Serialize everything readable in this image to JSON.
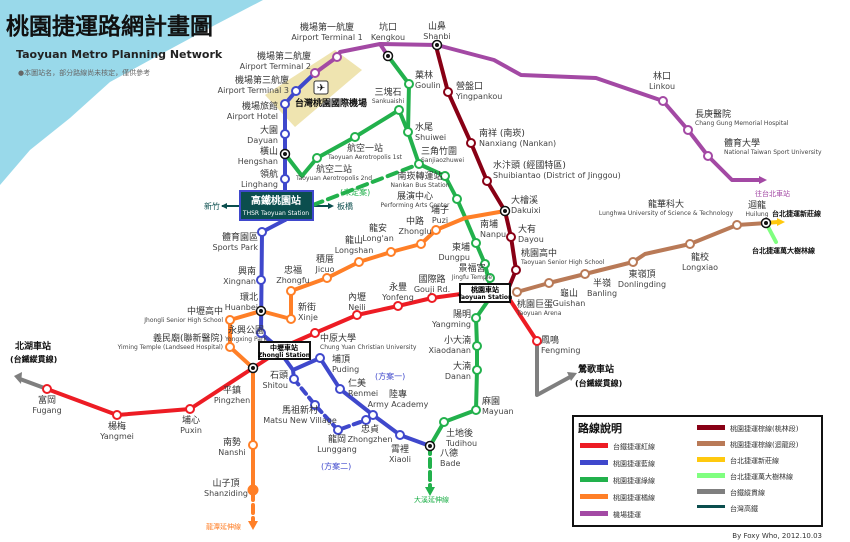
{
  "header": {
    "title": "桃園捷運路網計畫圖",
    "subtitle": "Taoyuan Metro Planning Network",
    "note": "●本圖站名，部分路線尚未核定，僅供參考"
  },
  "airport": {
    "name": "台灣桃園國際機場",
    "icon": "airplane-icon"
  },
  "boxes": {
    "thsr": {
      "zh": "高鐵桃園站",
      "en": "THSR Taoyuan Station"
    },
    "zhongli": {
      "zh": "中壢車站",
      "en": "Zhongli Station"
    },
    "taoyuan": {
      "zh": "桃園車站",
      "en": "Taoyuan Station"
    }
  },
  "annotations": {
    "hsinchu": "新竹",
    "banqiao": "板橋",
    "undecided": "(未定案)",
    "to_taipei": "往台北車站",
    "beihu": "北湖車站",
    "beihu_sub": "(台鐵縱貫線)",
    "yingge": "鶯歌車站",
    "yingge_sub": "(台鐵縱貫線)",
    "xinzhuang": "台北捷運新莊線",
    "wanda": "台北捷運萬大樹林線",
    "longtan_ext": "龍潭延伸線",
    "daxi_ext": "大溪延伸線",
    "plan1": "(方案一)",
    "plan2": "(方案二)",
    "credit": "By Foxy Who, 2012.10.03"
  },
  "stations": {
    "t1": {
      "zh": "機場第一航廈",
      "en": "Airport Terminal 1"
    },
    "t2": {
      "zh": "機場第二航廈",
      "en": "Airport Terminal 2"
    },
    "t3": {
      "zh": "機場第三航廈",
      "en": "Airport Terminal 3"
    },
    "hotel": {
      "zh": "機場旅館",
      "en": "Airport Hotel"
    },
    "dayuan": {
      "zh": "大園",
      "en": "Dayuan"
    },
    "hengshan": {
      "zh": "橫山",
      "en": "Hengshan"
    },
    "linghang": {
      "zh": "領航",
      "en": "Linghang"
    },
    "kengkou": {
      "zh": "坑口",
      "en": "Kengkou"
    },
    "shanbi": {
      "zh": "山鼻",
      "en": "Shanbi"
    },
    "goulin": {
      "zh": "菓林",
      "en": "Goulin"
    },
    "sankuaishi": {
      "zh": "三塊石",
      "en": "Sankuaishi"
    },
    "shuiwei": {
      "zh": "水尾",
      "en": "Shuiwei"
    },
    "sanjiao": {
      "zh": "三角竹圍",
      "en": "Sanjiaozhuwei"
    },
    "aero1": {
      "zh": "航空一站",
      "en": "Taoyuan Aerotropolis 1st"
    },
    "aero2": {
      "zh": "航空二站",
      "en": "Taoyuan Aerotropolis 2nd"
    },
    "nankan": {
      "zh": "南崁轉運站",
      "en": "Nankan Bus Station"
    },
    "arts": {
      "zh": "展演中心",
      "en": "Performing Arts Center"
    },
    "puzi": {
      "zh": "埔子",
      "en": "Puzi"
    },
    "nanpu": {
      "zh": "南埔",
      "en": "Nanpu"
    },
    "dungpu": {
      "zh": "東埔",
      "en": "Dungpu"
    },
    "jingfu": {
      "zh": "景福宮",
      "en": "Jingfu Temple"
    },
    "yangming": {
      "zh": "陽明",
      "en": "Yangming"
    },
    "xiaodanan": {
      "zh": "小大湳",
      "en": "Xiaodanan"
    },
    "danan": {
      "zh": "大湳",
      "en": "Danan"
    },
    "mayuan": {
      "zh": "麻園",
      "en": "Mayuan"
    },
    "tudihou": {
      "zh": "土地後",
      "en": "Tudihou"
    },
    "bade": {
      "zh": "八德",
      "en": "Bade"
    },
    "yingpankou": {
      "zh": "營盤口",
      "en": "Yingpankou"
    },
    "nanxiang": {
      "zh": "南祥 (南崁)",
      "en": "Nanxiang (Nankan)"
    },
    "shuibiantao": {
      "zh": "水汴頭 (經國特區)",
      "en": "Shuibiantao (District of Jinggou)"
    },
    "dakuixi": {
      "zh": "大檜溪",
      "en": "Dakuixi"
    },
    "dayou": {
      "zh": "大有",
      "en": "Dayou"
    },
    "tysh": {
      "zh": "桃園高中",
      "en": "Taoyuan Senior High School"
    },
    "linkou": {
      "zh": "林口",
      "en": "Linkou"
    },
    "changgung": {
      "zh": "長庚醫院",
      "en": "Chang Gung Memorial Hospital"
    },
    "ntsu": {
      "zh": "體育大學",
      "en": "National Taiwan Sport University"
    },
    "arena": {
      "zh": "桃園巨蛋",
      "en": "Taoyuan Arena"
    },
    "guishan": {
      "zh": "龜山",
      "en": "Guishan"
    },
    "banling": {
      "zh": "半嶺",
      "en": "Banling"
    },
    "donling": {
      "zh": "東嶺頂",
      "en": "Donlingding"
    },
    "longxiao": {
      "zh": "龍校",
      "en": "Longxiao"
    },
    "lunghwa": {
      "zh": "龍華科大",
      "en": "Lunghwa University of Science & Technology"
    },
    "huilung": {
      "zh": "迴龍",
      "en": "Huilung"
    },
    "sportspark": {
      "zh": "體育園區",
      "en": "Sports Park"
    },
    "xingnan": {
      "zh": "興南",
      "en": "Xingnan"
    },
    "huanbei": {
      "zh": "環北",
      "en": "Huanbei"
    },
    "yongxing": {
      "zh": "永興公園",
      "en": "Yongxing Park"
    },
    "zhongfu": {
      "zh": "忠福",
      "en": "Zhongfu"
    },
    "jicuo": {
      "zh": "積厝",
      "en": "Jicuo"
    },
    "longshan": {
      "zh": "龍山",
      "en": "Longshan"
    },
    "longan": {
      "zh": "龍安",
      "en": "Long'an"
    },
    "zhonglu": {
      "zh": "中路",
      "en": "Zhonglu"
    },
    "xinje": {
      "zh": "新街",
      "en": "Xinje"
    },
    "zhonglishs": {
      "zh": "中壢高中",
      "en": "Jhongli Senior High School"
    },
    "yiming": {
      "zh": "義民廟(聯新醫院)",
      "en": "Yiming Temple (Landseed Hospital)"
    },
    "pingzhen": {
      "zh": "平鎮",
      "en": "Pingzhen"
    },
    "nanshi": {
      "zh": "南勢",
      "en": "Nanshi"
    },
    "shanziding": {
      "zh": "山子頂",
      "en": "Shanziding"
    },
    "cyu": {
      "zh": "中原大學",
      "en": "Chung Yuan Christian University"
    },
    "neili": {
      "zh": "內壢",
      "en": "Neili"
    },
    "yonfeng": {
      "zh": "永豐",
      "en": "Yonfeng"
    },
    "gouji": {
      "zh": "國際路",
      "en": "Gouji Rd."
    },
    "fengming": {
      "zh": "鳳鳴",
      "en": "Fengming"
    },
    "fugang": {
      "zh": "富岡",
      "en": "Fugang"
    },
    "yangmei": {
      "zh": "楊梅",
      "en": "Yangmei"
    },
    "puxin": {
      "zh": "埔心",
      "en": "Puxin"
    },
    "puding": {
      "zh": "埔頂",
      "en": "Puding"
    },
    "shitou": {
      "zh": "石頭",
      "en": "Shitou"
    },
    "renmei": {
      "zh": "仁美",
      "en": "Renmei"
    },
    "army": {
      "zh": "陸專",
      "en": "Army Academy"
    },
    "xiaoli": {
      "zh": "霄裡",
      "en": "Xiaoli"
    },
    "matsu": {
      "zh": "馬祖新村",
      "en": "Matsu New Village"
    },
    "lunggang": {
      "zh": "龍岡",
      "en": "Lunggang"
    },
    "zhongzhen": {
      "zh": "忠貞",
      "en": "Zhongzhen"
    }
  },
  "legend": {
    "title": "路線說明",
    "items": [
      {
        "label": "台鐵捷運紅線",
        "color": "#ed1c24"
      },
      {
        "label": "桃園捷運藍線",
        "color": "#3f48cc"
      },
      {
        "label": "桃園捷運綠線",
        "color": "#22b14c"
      },
      {
        "label": "桃園捷運橘線",
        "color": "#ff7f27"
      },
      {
        "label": "機場捷運",
        "color": "#a349a4"
      },
      {
        "label": "桃園捷運棕線(桃林段)",
        "color": "#880015"
      },
      {
        "label": "桃園捷運棕線(迴龍段)",
        "color": "#b97a57"
      },
      {
        "label": "台北捷運新莊線",
        "color": "#ffc90e"
      },
      {
        "label": "台北捷運萬大樹林線",
        "color": "#80ff80"
      },
      {
        "label": "台鐵縱貫線",
        "color": "#7f7f7f"
      },
      {
        "label": "台灣高鐵",
        "color": "#0b4e4e"
      }
    ]
  }
}
